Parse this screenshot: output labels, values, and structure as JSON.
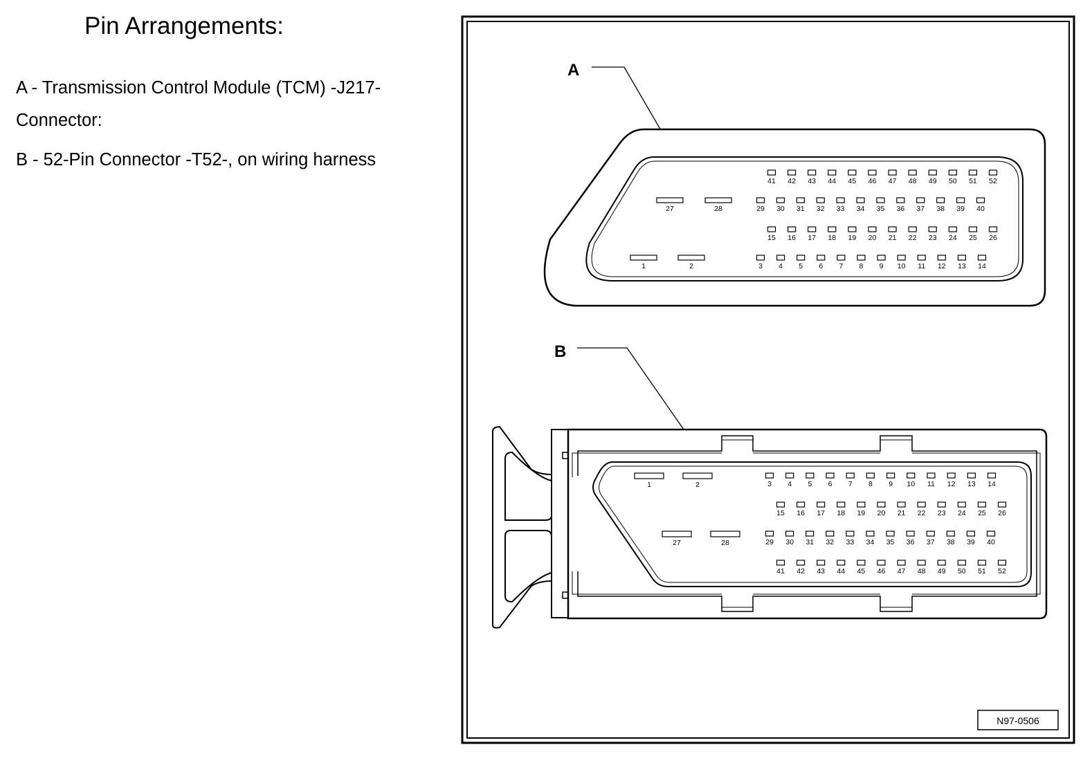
{
  "heading": "Pin Arrangements:",
  "legend": {
    "line_a_1": "A - Transmission Control Module (TCM) -J217-",
    "line_a_2": "Connector:",
    "line_b": "B - 52-Pin Connector -T52-, on wiring harness"
  },
  "figure": {
    "label_a": "A",
    "label_b": "B",
    "figure_id": "N97-0506"
  },
  "connector_a": {
    "rows": [
      [
        "41",
        "42",
        "43",
        "44",
        "45",
        "46",
        "47",
        "48",
        "49",
        "50",
        "51",
        "52"
      ],
      [
        "29",
        "30",
        "31",
        "32",
        "33",
        "34",
        "35",
        "36",
        "37",
        "38",
        "39",
        "40"
      ],
      [
        "15",
        "16",
        "17",
        "18",
        "19",
        "20",
        "21",
        "22",
        "23",
        "24",
        "25",
        "26"
      ],
      [
        "3",
        "4",
        "5",
        "6",
        "7",
        "8",
        "9",
        "10",
        "11",
        "12",
        "13",
        "14"
      ]
    ],
    "large_pins": [
      [
        "27",
        "28"
      ],
      [
        "1",
        "2"
      ]
    ]
  },
  "connector_b": {
    "rows": [
      [
        "3",
        "4",
        "5",
        "6",
        "7",
        "8",
        "9",
        "10",
        "11",
        "12",
        "13",
        "14"
      ],
      [
        "15",
        "16",
        "17",
        "18",
        "19",
        "20",
        "21",
        "22",
        "23",
        "24",
        "25",
        "26"
      ],
      [
        "29",
        "30",
        "31",
        "32",
        "33",
        "34",
        "35",
        "36",
        "37",
        "38",
        "39",
        "40"
      ],
      [
        "41",
        "42",
        "43",
        "44",
        "45",
        "46",
        "47",
        "48",
        "49",
        "50",
        "51",
        "52"
      ]
    ],
    "large_pins": [
      [
        "1",
        "2"
      ],
      [
        "27",
        "28"
      ]
    ]
  }
}
